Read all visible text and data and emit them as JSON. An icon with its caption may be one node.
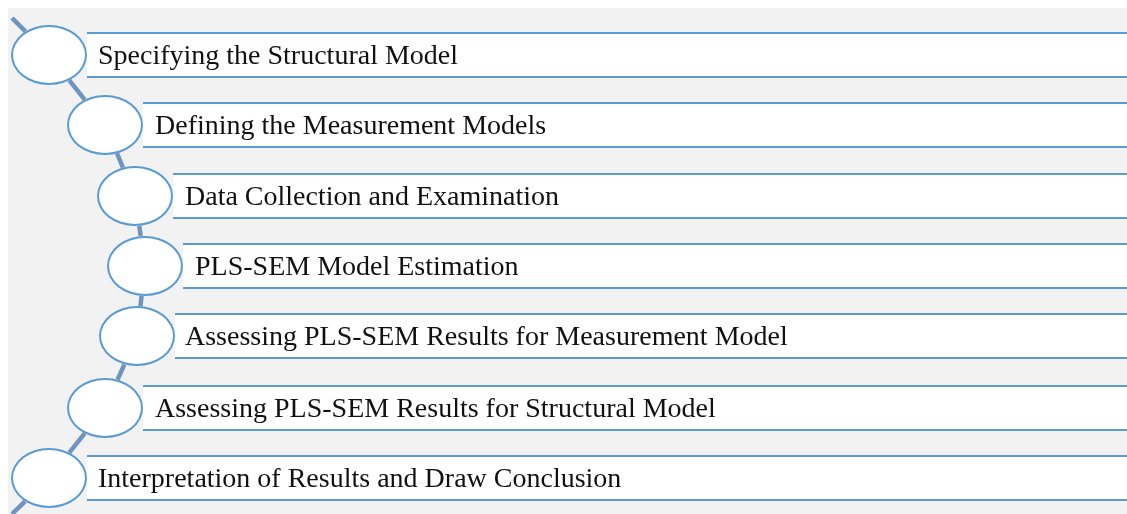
{
  "diagram": {
    "nodes": [
      {
        "text": [],
        "shape": "circle"
      },
      {
        "text": [
          "Specifying the Structural Model"
        ]
      },
      {
        "text": [],
        "shape": "circle"
      },
      {
        "text": [
          "Defining the Measurement Models"
        ]
      },
      {
        "text": [],
        "shape": "circle"
      },
      {
        "text": [
          "Data Collection and Examination"
        ]
      },
      {
        "text": [],
        "shape": "circle"
      },
      {
        "text": [
          "PLS-SEM Model Estimation"
        ]
      },
      {
        "text": [],
        "shape": "circle"
      },
      {
        "text": [
          "Assessing PLS-SEM Results for Measurement Model"
        ]
      },
      {
        "text": [],
        "shape": "circle"
      },
      {
        "text": [
          "Assessing PLS-SEM Results for Structural Model"
        ]
      },
      {
        "text": [],
        "shape": "circle"
      },
      {
        "text": [
          "Interpretation of Results and Draw Conclusion"
        ]
      }
    ],
    "edges": [
      {
        "from": null,
        "to": 0,
        "arrow": "none"
      },
      {
        "from": 0,
        "to": 2,
        "arrow": "none"
      },
      {
        "from": 2,
        "to": 4,
        "arrow": "none"
      },
      {
        "from": 4,
        "to": 6,
        "arrow": "none"
      },
      {
        "from": 6,
        "to": 8,
        "arrow": "none"
      },
      {
        "from": 8,
        "to": 10,
        "arrow": "none"
      },
      {
        "from": 10,
        "to": 12,
        "arrow": "none"
      },
      {
        "from": 12,
        "to": null,
        "arrow": "none"
      }
    ]
  }
}
